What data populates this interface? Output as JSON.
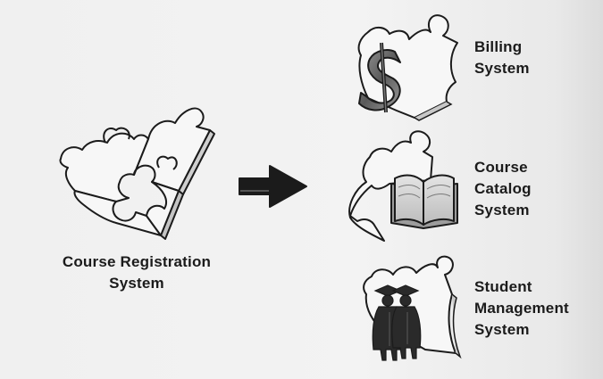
{
  "labels": {
    "main": [
      "Course Registration",
      "System"
    ],
    "billing": [
      "Billing",
      "System"
    ],
    "catalog": [
      "Course",
      "Catalog",
      "System"
    ],
    "student": [
      "Student",
      "Management",
      "System"
    ]
  },
  "icons": {
    "main": "puzzle-assembly-icon",
    "billing": "dollar-sign-icon",
    "catalog": "open-book-icon",
    "student": "graduates-icon",
    "arrow": "right-arrow-icon"
  },
  "colors": {
    "ink": "#1b1b1b",
    "paper": "#f7f7f7",
    "shade": "#c4c4c4"
  }
}
